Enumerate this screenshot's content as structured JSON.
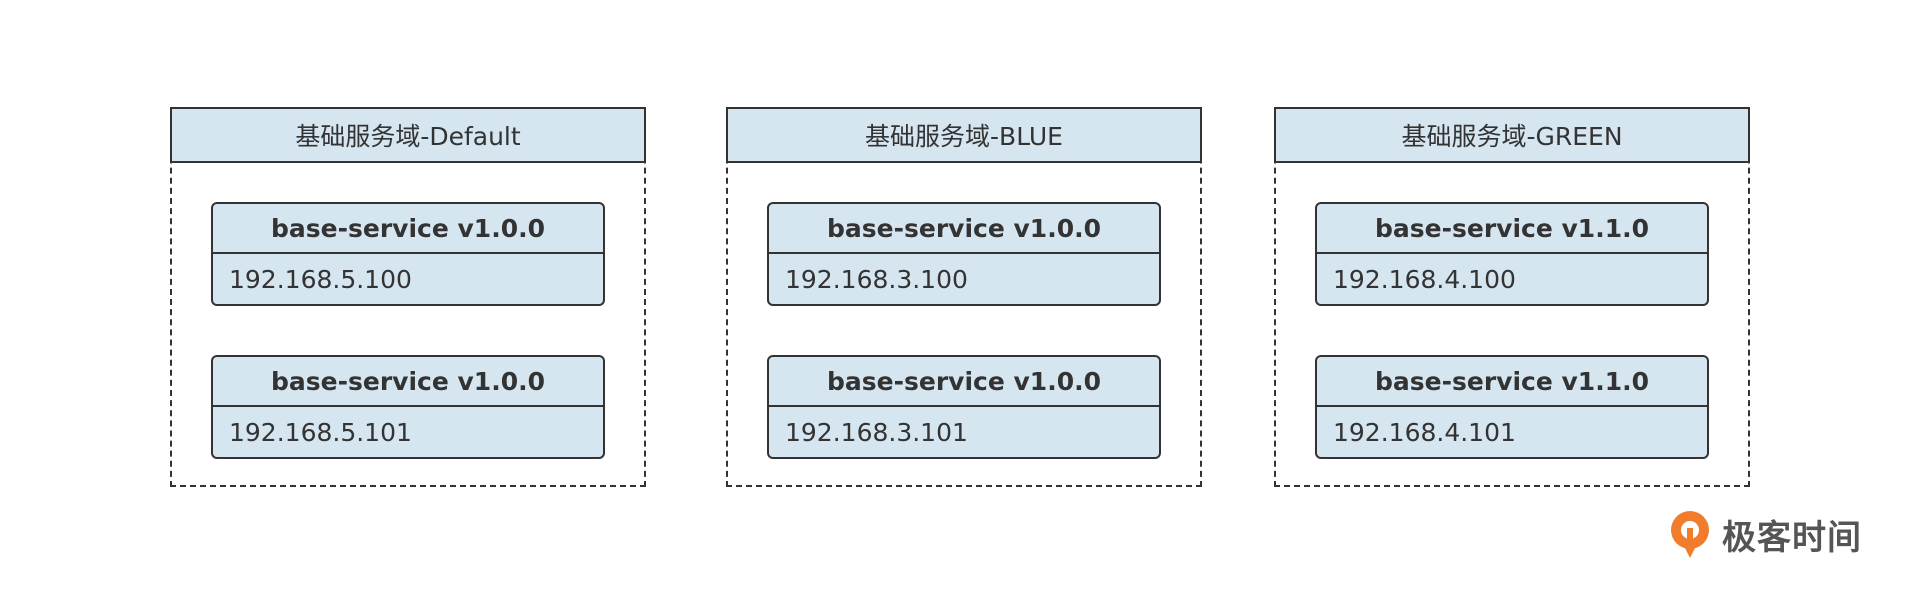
{
  "domains": [
    {
      "title": "基础服务域-Default",
      "services": [
        {
          "name": "base-service v1.0.0",
          "ip": "192.168.5.100"
        },
        {
          "name": "base-service v1.0.0",
          "ip": "192.168.5.101"
        }
      ]
    },
    {
      "title": "基础服务域-BLUE",
      "services": [
        {
          "name": "base-service v1.0.0",
          "ip": "192.168.3.100"
        },
        {
          "name": "base-service v1.0.0",
          "ip": "192.168.3.101"
        }
      ]
    },
    {
      "title": "基础服务域-GREEN",
      "services": [
        {
          "name": "base-service v1.1.0",
          "ip": "192.168.4.100"
        },
        {
          "name": "base-service v1.1.0",
          "ip": "192.168.4.101"
        }
      ]
    }
  ],
  "logo": {
    "text": "极客时间",
    "icon": "geektime-logo-icon",
    "color": "#f07c2c"
  },
  "colors": {
    "box_fill": "#d5e6f0",
    "stroke": "#333333"
  }
}
